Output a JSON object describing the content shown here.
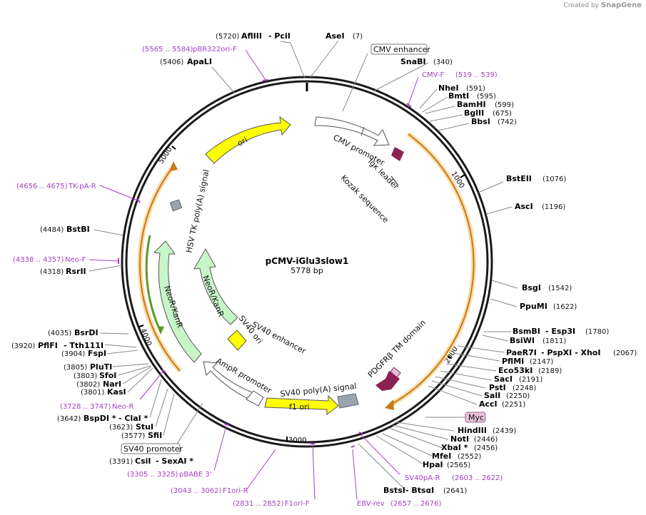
{
  "brand": {
    "created_by": "Created by",
    "app": "SnapGene"
  },
  "plasmid": {
    "name": "pCMV-iGlu3slow1",
    "size_label": "5778 bp",
    "length": 5778
  },
  "ticks": [
    "1000",
    "2000",
    "3000",
    "4000",
    "5000"
  ],
  "boxed_labels": {
    "cmv_enhancer": "CMV enhancer",
    "sv40_promoter": "SV40 promoter",
    "myc": "Myc"
  },
  "sites": [
    {
      "num": "(5720)",
      "name": "AflIII",
      "extra": "- PciI"
    },
    {
      "num": "(7)",
      "name": "AseI"
    },
    {
      "num": "(340)",
      "name": "SnaBI"
    },
    {
      "num": "(5406)",
      "name": "ApaLI"
    },
    {
      "num": "(591)",
      "name": "NheI"
    },
    {
      "num": "(595)",
      "name": "BmtI"
    },
    {
      "num": "(599)",
      "name": "BamHI"
    },
    {
      "num": "(675)",
      "name": "BglII"
    },
    {
      "num": "(742)",
      "name": "BbsI"
    },
    {
      "num": "(1076)",
      "name": "BstEII"
    },
    {
      "num": "(1196)",
      "name": "AscI"
    },
    {
      "num": "(4484)",
      "name": "BstBI"
    },
    {
      "num": "(4318)",
      "name": "RsrII"
    },
    {
      "num": "(1542)",
      "name": "BsgI"
    },
    {
      "num": "(1622)",
      "name": "PpuMI"
    },
    {
      "num": "(1780)",
      "name": "BsmBI",
      "extra": "- Esp3I"
    },
    {
      "num": "(1811)",
      "name": "BsiWI"
    },
    {
      "num": "(2067)",
      "name": "PaeR7I",
      "extra": "- PspXI  - XhoI"
    },
    {
      "num": "(2147)",
      "name": "PflMI"
    },
    {
      "num": "(2189)",
      "name": "Eco53kI"
    },
    {
      "num": "(2191)",
      "name": "SacI"
    },
    {
      "num": "(2248)",
      "name": "PstI"
    },
    {
      "num": "(2250)",
      "name": "SalI"
    },
    {
      "num": "(2251)",
      "name": "AccI"
    },
    {
      "num": "(4035)",
      "name": "BsrDI"
    },
    {
      "num": "(3920)",
      "name": "PflFI",
      "extra": "- Tth111I"
    },
    {
      "num": "(3904)",
      "name": "FspI"
    },
    {
      "num": "(3805)",
      "name": "PluTI"
    },
    {
      "num": "(3803)",
      "name": "SfoI"
    },
    {
      "num": "(3802)",
      "name": "NarI"
    },
    {
      "num": "(3801)",
      "name": "KasI"
    },
    {
      "num": "(3642)",
      "name": "BspDI *",
      "extra": "- ClaI *"
    },
    {
      "num": "(3623)",
      "name": "StuI"
    },
    {
      "num": "(3577)",
      "name": "SfiI"
    },
    {
      "num": "(3391)",
      "name": "CsiI",
      "extra": "- SexAI *"
    },
    {
      "num": "(2439)",
      "name": "HindIII"
    },
    {
      "num": "(2446)",
      "name": "NotI"
    },
    {
      "num": "(2456)",
      "name": "XbaI *"
    },
    {
      "num": "(2552)",
      "name": "MfeI"
    },
    {
      "num": "(2565)",
      "name": "HpaI"
    },
    {
      "num": "(2641)",
      "name": "BstsI",
      "extra": "- BtsαI"
    }
  ],
  "primers": [
    {
      "range": "(5565 .. 5584)",
      "name": "pBR322ori-F"
    },
    {
      "range": "(519 .. 539)",
      "name": "CMV-F"
    },
    {
      "range": "(4656 .. 4675)",
      "name": "TK-pA-R"
    },
    {
      "range": "(4338 .. 4357)",
      "name": "Neo-F"
    },
    {
      "range": "(3728 .. 3747)",
      "name": "Neo-R"
    },
    {
      "range": "(3305 .. 3325)",
      "name": "pBABE 3'"
    },
    {
      "range": "(3043 .. 3062)",
      "name": "F1ori-R"
    },
    {
      "range": "(2831 .. 2852)",
      "name": "F1ori-F"
    },
    {
      "range": "(2603 .. 2622)",
      "name": "SV40pA-R"
    },
    {
      "range": "(2657 .. 2676)",
      "name": "EBV-rev"
    }
  ],
  "features": {
    "ori": "ori",
    "cmv_promoter": "CMV promoter",
    "igk_leader": "Igκ leader",
    "kozak": "Kozak sequence",
    "hsv_tk": "HSV TK poly(A) signal",
    "neo_outer": "NeoR/KanR",
    "neo_inner": "NeoR/KanR",
    "sv40_ori": "SV40 ori",
    "sv40_enh": "SV40 enhancer",
    "pdgfr": "PDGFRβ TM domain",
    "ampr_promoter": "AmpR promoter",
    "sv40_polya": "SV40 poly(A) signal",
    "f1_ori": "f1 ori"
  },
  "colors": {
    "backbone": "#1a1a1a",
    "ori_yellow": "#ffff00",
    "neo_green": "#c8f5c8",
    "neo_dark": "#5a9a2a",
    "orf_orange": "#f2a33a",
    "igk_purple": "#8b2252",
    "grey_box": "#9aa4ac",
    "primer_purple": "#a640c8",
    "myc_pink": "#e8c0d8"
  }
}
